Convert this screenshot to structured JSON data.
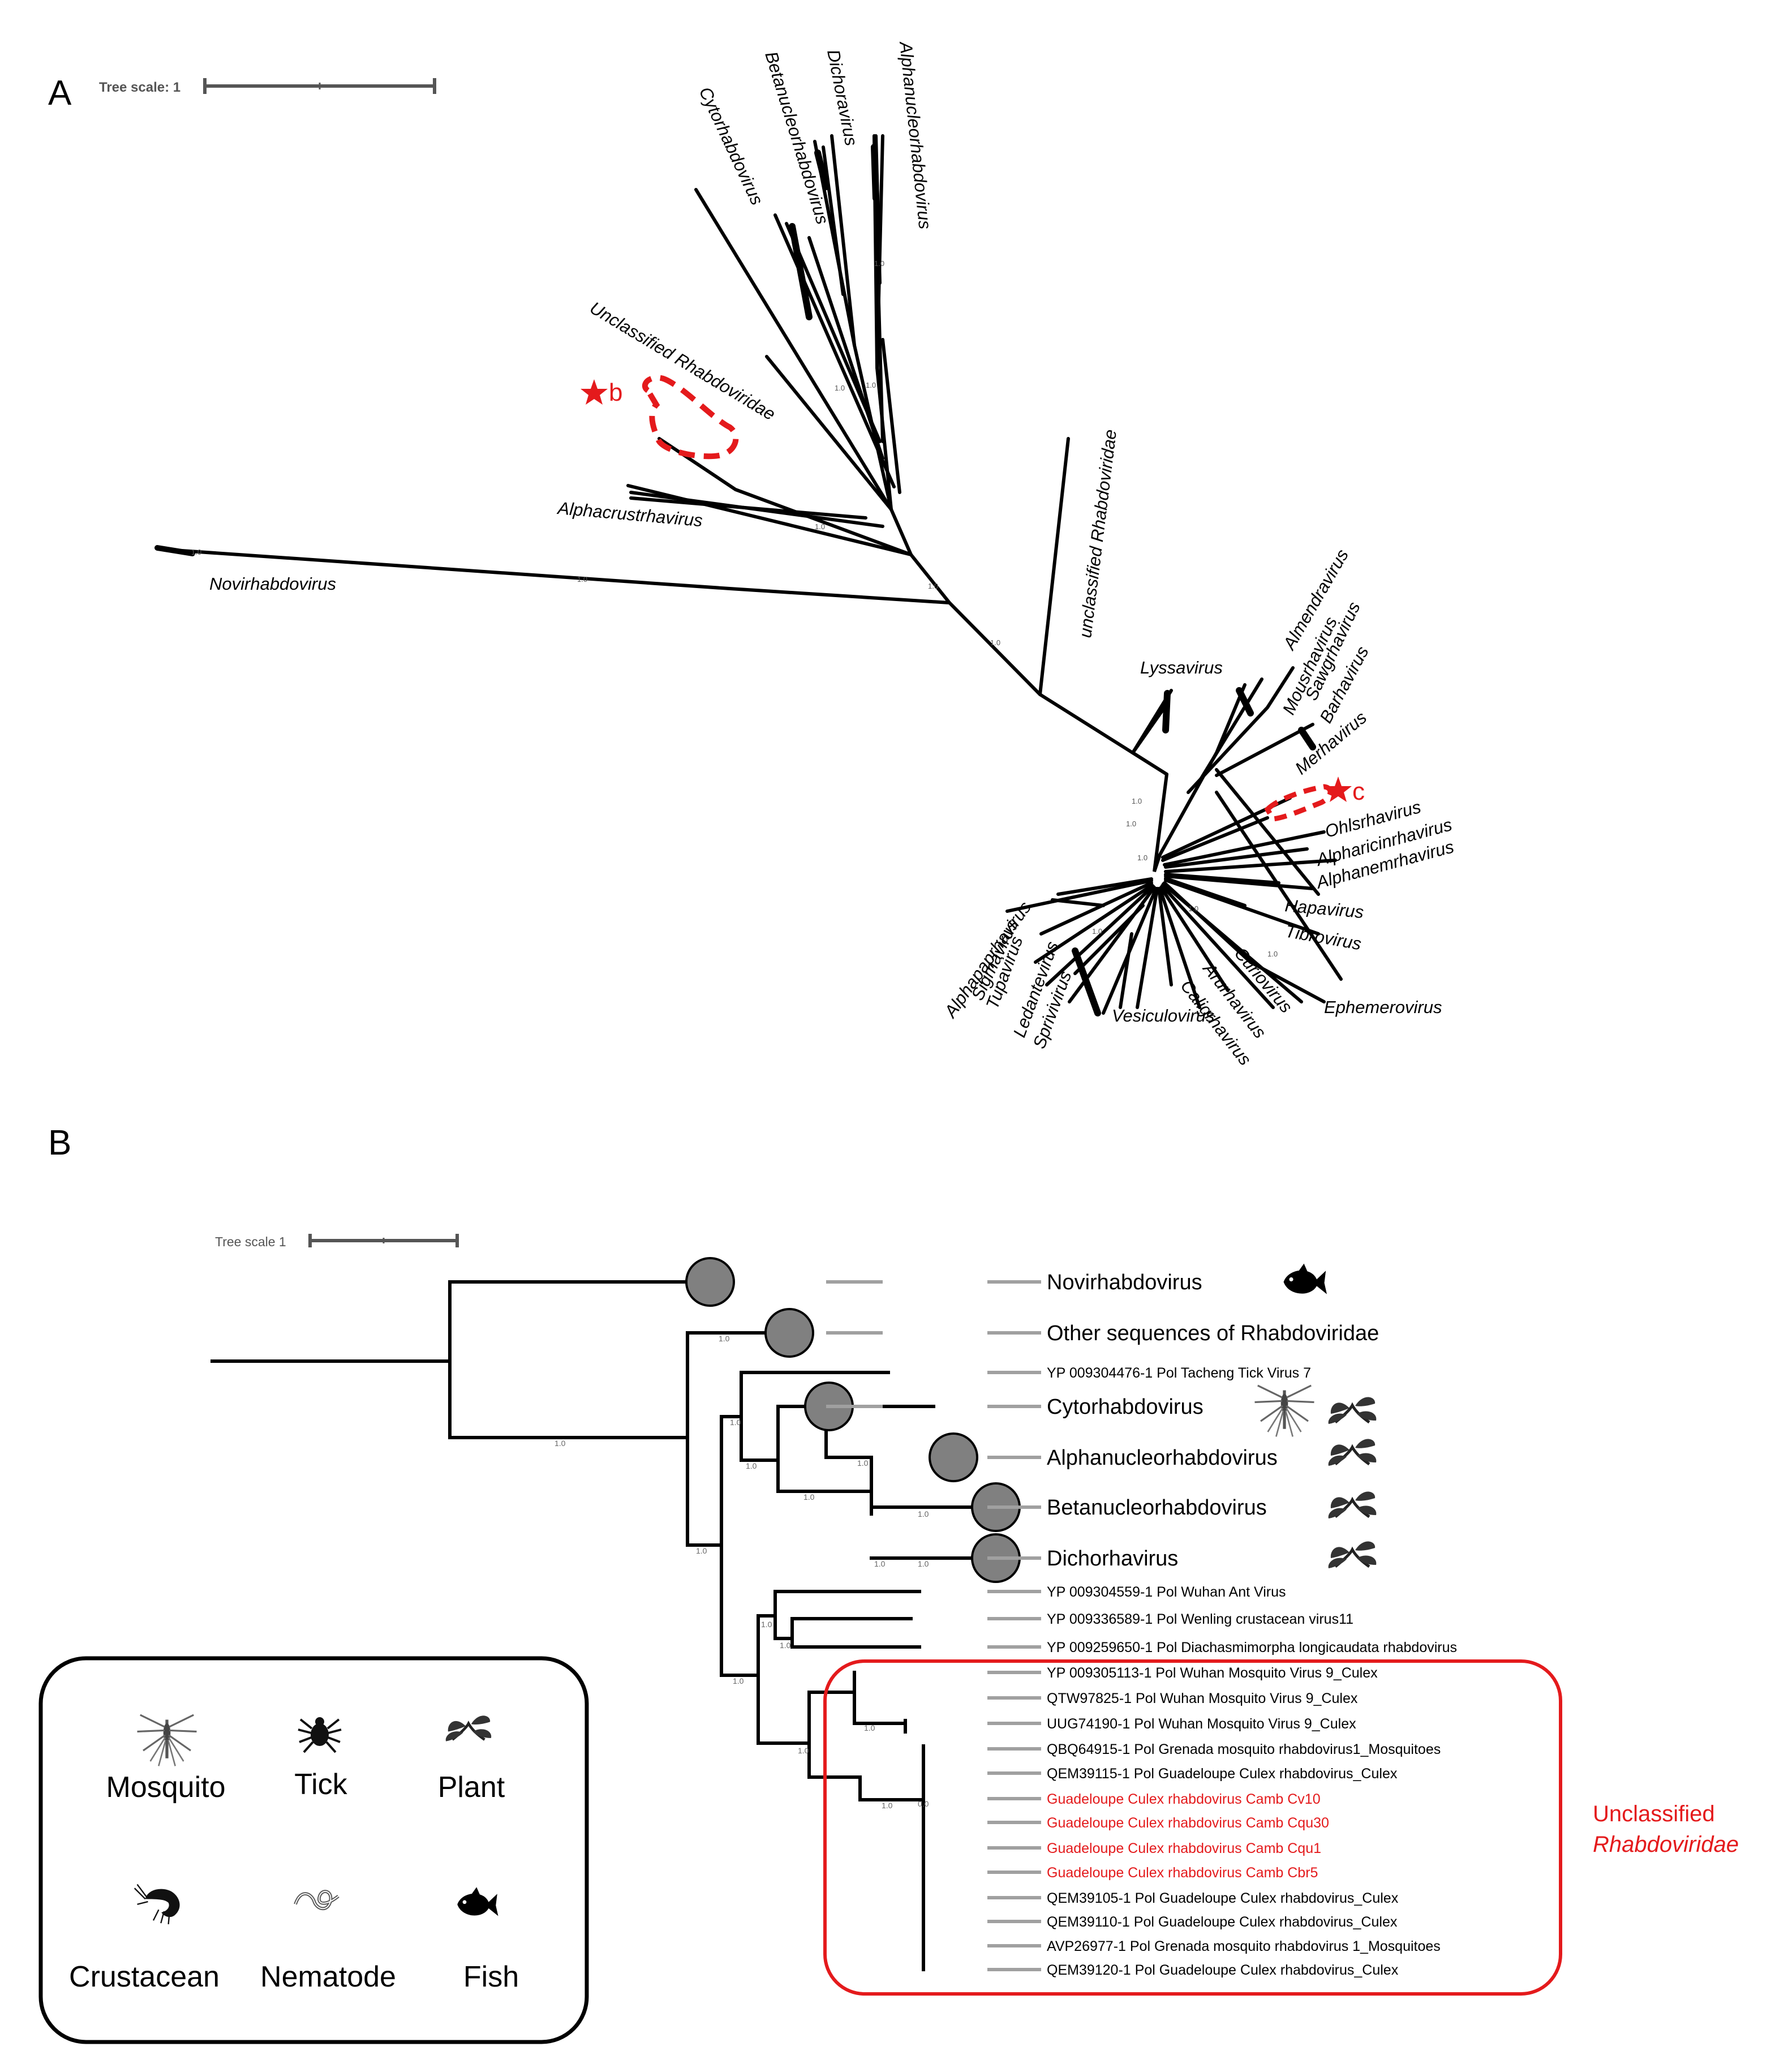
{
  "panel_a": {
    "letter": "A",
    "scale_label": "Tree scale: 1",
    "clades": [
      {
        "id": "novir",
        "text": "Novirhabdovirus"
      },
      {
        "id": "alphacrust",
        "text": "Alphacrustrhavirus"
      },
      {
        "id": "unclass1",
        "text": "Unclassified Rhabdoviridae"
      },
      {
        "id": "cytor",
        "text": "Cytorhabdovirus"
      },
      {
        "id": "betan",
        "text": "Betanucleorhabdovirus"
      },
      {
        "id": "dichor",
        "text": "Dichoravirus"
      },
      {
        "id": "alphan",
        "text": "Alphanucleorhabdovirus"
      },
      {
        "id": "unclass2",
        "text": "unclassified Rhabdoviridae"
      },
      {
        "id": "lyssa",
        "text": "Lyssavirus"
      },
      {
        "id": "almend",
        "text": "Almendravirus"
      },
      {
        "id": "mousr",
        "text": "Mousrhavirus"
      },
      {
        "id": "sawgr",
        "text": "Sawgrhavirus"
      },
      {
        "id": "barha",
        "text": "Barhavirus"
      },
      {
        "id": "merha",
        "text": "Merhavirus"
      },
      {
        "id": "ohlsr",
        "text": "Ohlsrhavirus"
      },
      {
        "id": "alphar",
        "text": "Alpharicinrhavirus"
      },
      {
        "id": "alphanem",
        "text": "Alphanemrhavirus"
      },
      {
        "id": "hapa",
        "text": "Hapavirus"
      },
      {
        "id": "tibro",
        "text": "Tibrovirus"
      },
      {
        "id": "ephem",
        "text": "Ephemerovirus"
      },
      {
        "id": "curio",
        "text": "Curiovirus"
      },
      {
        "id": "arurh",
        "text": "Arurhavirus"
      },
      {
        "id": "calig",
        "text": "Caligrhavirus"
      },
      {
        "id": "vesic",
        "text": "Vesiculovirus"
      },
      {
        "id": "spiri",
        "text": "Sprivivirus"
      },
      {
        "id": "leden",
        "text": "Ledantevirus"
      },
      {
        "id": "tupa",
        "text": "Tupavirus"
      },
      {
        "id": "sigma",
        "text": "Sigmavirus"
      },
      {
        "id": "alphapap",
        "text": "Alphapaprhavirus"
      }
    ],
    "marker_b": "b",
    "marker_c": "c"
  },
  "panel_b": {
    "letter": "B",
    "scale_label": "Tree scale 1",
    "leaves": [
      "Novirhabdovirus",
      "Other sequences of Rhabdoviridae",
      "YP 009304476-1 Pol Tacheng Tick Virus 7",
      "Cytorhabdovirus",
      "Alphanucleorhabdovirus",
      "Betanucleorhabdovirus",
      "Dichorhavirus",
      "YP 009304559-1 Pol Wuhan Ant Virus",
      "YP 009336589-1 Pol Wenling crustacean virus11",
      "YP 009259650-1 Pol Diachasmimorpha longicaudata rhabdovirus",
      "YP 009305113-1 Pol Wuhan Mosquito Virus 9_Culex",
      "QTW97825-1 Pol Wuhan Mosquito Virus 9_Culex",
      "UUG74190-1 Pol Wuhan Mosquito Virus 9_Culex",
      "QBQ64915-1 Pol Grenada mosquito rhabdovirus1_Mosquitoes",
      "QEM39115-1 Pol Guadeloupe Culex rhabdovirus_Culex",
      "Guadeloupe Culex rhabdovirus Camb Cv10",
      "Guadeloupe Culex rhabdovirus Camb Cqu30",
      "Guadeloupe Culex rhabdovirus Camb Cqu1",
      "Guadeloupe Culex rhabdovirus Camb Cbr5",
      "QEM39105-1 Pol Guadeloupe Culex rhabdovirus_Culex",
      "QEM39110-1 Pol Guadeloupe Culex rhabdovirus_Culex",
      "AVP26977-1 Pol Grenada mosquito rhabdovirus 1_Mosquitoes",
      "QEM39120-1 Pol Guadeloupe Culex rhabdovirus_Culex"
    ],
    "support": [
      "1.0",
      "1.0",
      "1.0",
      "1.0",
      "1.0",
      "1.0",
      "1.0",
      "1.0",
      "1.0",
      "1.0",
      "1.0",
      "1.0",
      "1.0",
      "1.0",
      "0.0"
    ],
    "group_label_line1": "Unclassified",
    "group_label_line2": "Rhabdoviridae"
  },
  "legend": {
    "items": [
      "Mosquito",
      "Tick",
      "Plant",
      "Crustacean",
      "Nematode",
      "Fish"
    ]
  },
  "colors": {
    "branch": "#000000",
    "highlight": "#e41a1c",
    "node_fill": "#808080",
    "leader": "#a0a0a0"
  }
}
